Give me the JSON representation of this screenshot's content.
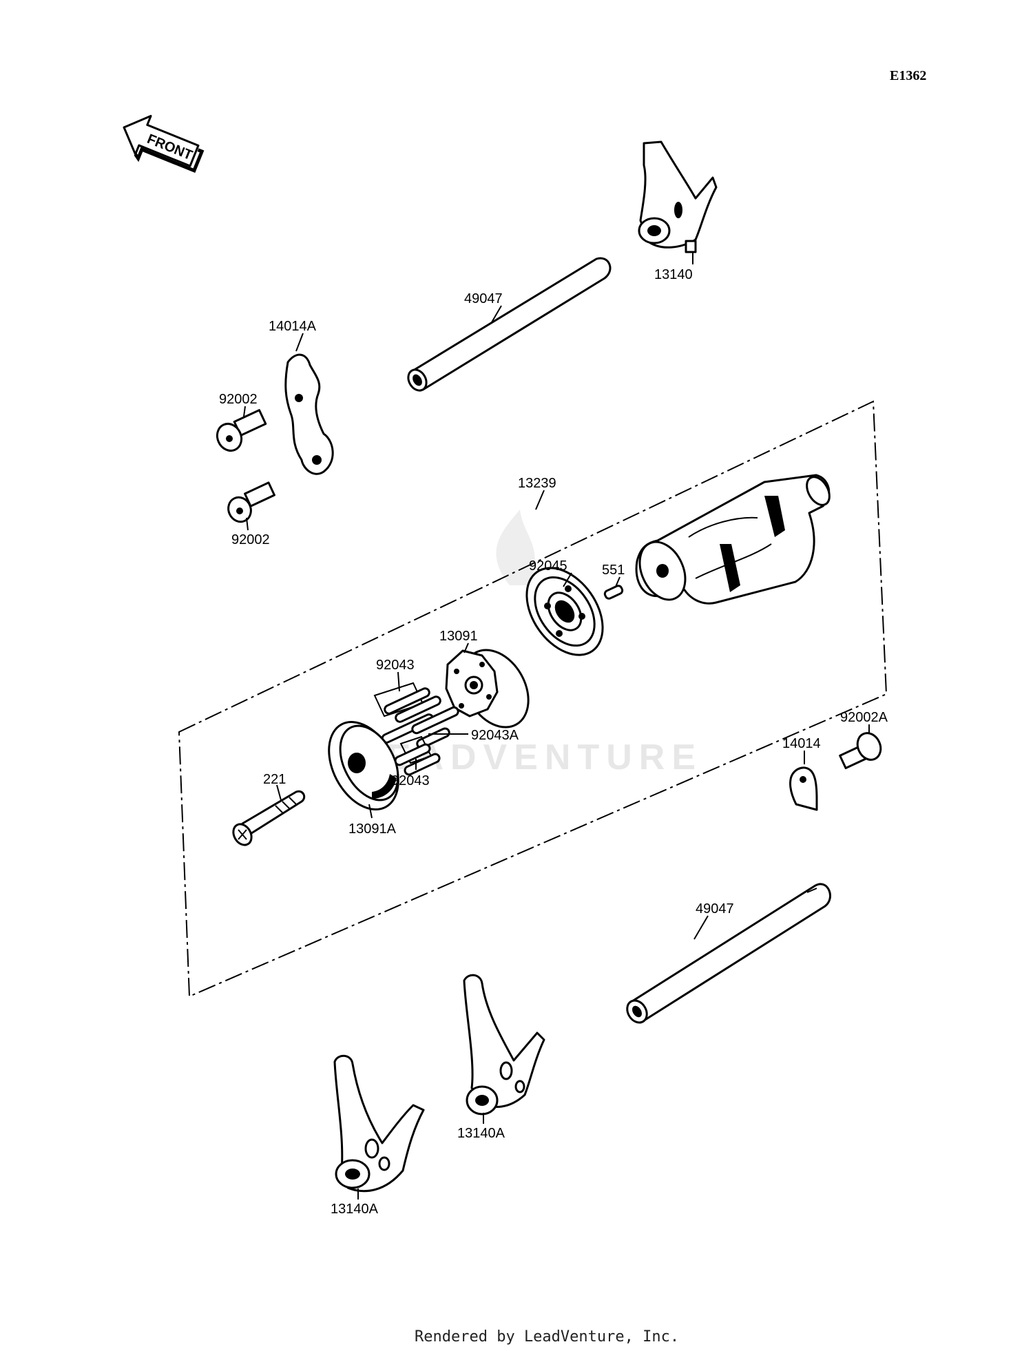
{
  "diagram": {
    "code": "E1362",
    "front_label": "FRONT",
    "watermark": "LEADVENTURE",
    "footer": "Rendered by LeadVenture, Inc.",
    "callouts": [
      {
        "id": "c-13140-top",
        "text": "13140"
      },
      {
        "id": "c-49047-top",
        "text": "49047"
      },
      {
        "id": "c-14014a",
        "text": "14014A"
      },
      {
        "id": "c-92002-a",
        "text": "92002"
      },
      {
        "id": "c-92002-b",
        "text": "92002"
      },
      {
        "id": "c-13239",
        "text": "13239"
      },
      {
        "id": "c-92045",
        "text": "92045"
      },
      {
        "id": "c-551",
        "text": "551"
      },
      {
        "id": "c-13091",
        "text": "13091"
      },
      {
        "id": "c-92043-top",
        "text": "92043"
      },
      {
        "id": "c-92043a",
        "text": "92043A"
      },
      {
        "id": "c-92043-bot",
        "text": "92043"
      },
      {
        "id": "c-221",
        "text": "221"
      },
      {
        "id": "c-13091a",
        "text": "13091A"
      },
      {
        "id": "c-92002a",
        "text": "92002A"
      },
      {
        "id": "c-14014",
        "text": "14014"
      },
      {
        "id": "c-49047-bot",
        "text": "49047"
      },
      {
        "id": "c-13140a-mid",
        "text": "13140A"
      },
      {
        "id": "c-13140a-low",
        "text": "13140A"
      }
    ]
  }
}
